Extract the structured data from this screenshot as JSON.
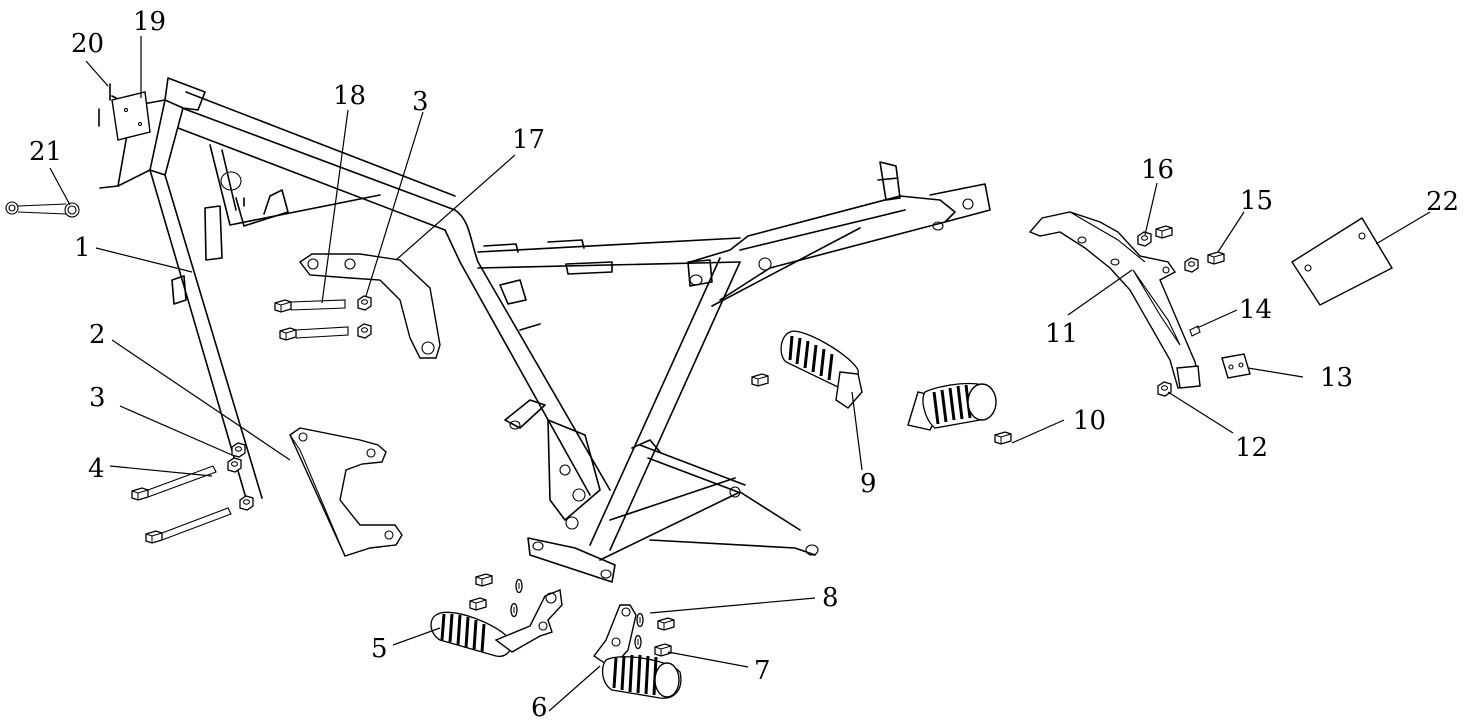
{
  "title": "",
  "callouts": [
    {
      "id": "c1",
      "label": "1"
    },
    {
      "id": "c2",
      "label": "2"
    },
    {
      "id": "c3a",
      "label": "3"
    },
    {
      "id": "c3b",
      "label": "3"
    },
    {
      "id": "c4",
      "label": "4"
    },
    {
      "id": "c5",
      "label": "5"
    },
    {
      "id": "c6",
      "label": "6"
    },
    {
      "id": "c7",
      "label": "7"
    },
    {
      "id": "c8",
      "label": "8"
    },
    {
      "id": "c9",
      "label": "9"
    },
    {
      "id": "c10",
      "label": "10"
    },
    {
      "id": "c11",
      "label": "11"
    },
    {
      "id": "c12",
      "label": "12"
    },
    {
      "id": "c13",
      "label": "13"
    },
    {
      "id": "c14",
      "label": "14"
    },
    {
      "id": "c15",
      "label": "15"
    },
    {
      "id": "c16",
      "label": "16"
    },
    {
      "id": "c17",
      "label": "17"
    },
    {
      "id": "c18",
      "label": "18"
    },
    {
      "id": "c19",
      "label": "19"
    },
    {
      "id": "c20",
      "label": "20"
    },
    {
      "id": "c21",
      "label": "21"
    },
    {
      "id": "c22",
      "label": "22"
    }
  ]
}
